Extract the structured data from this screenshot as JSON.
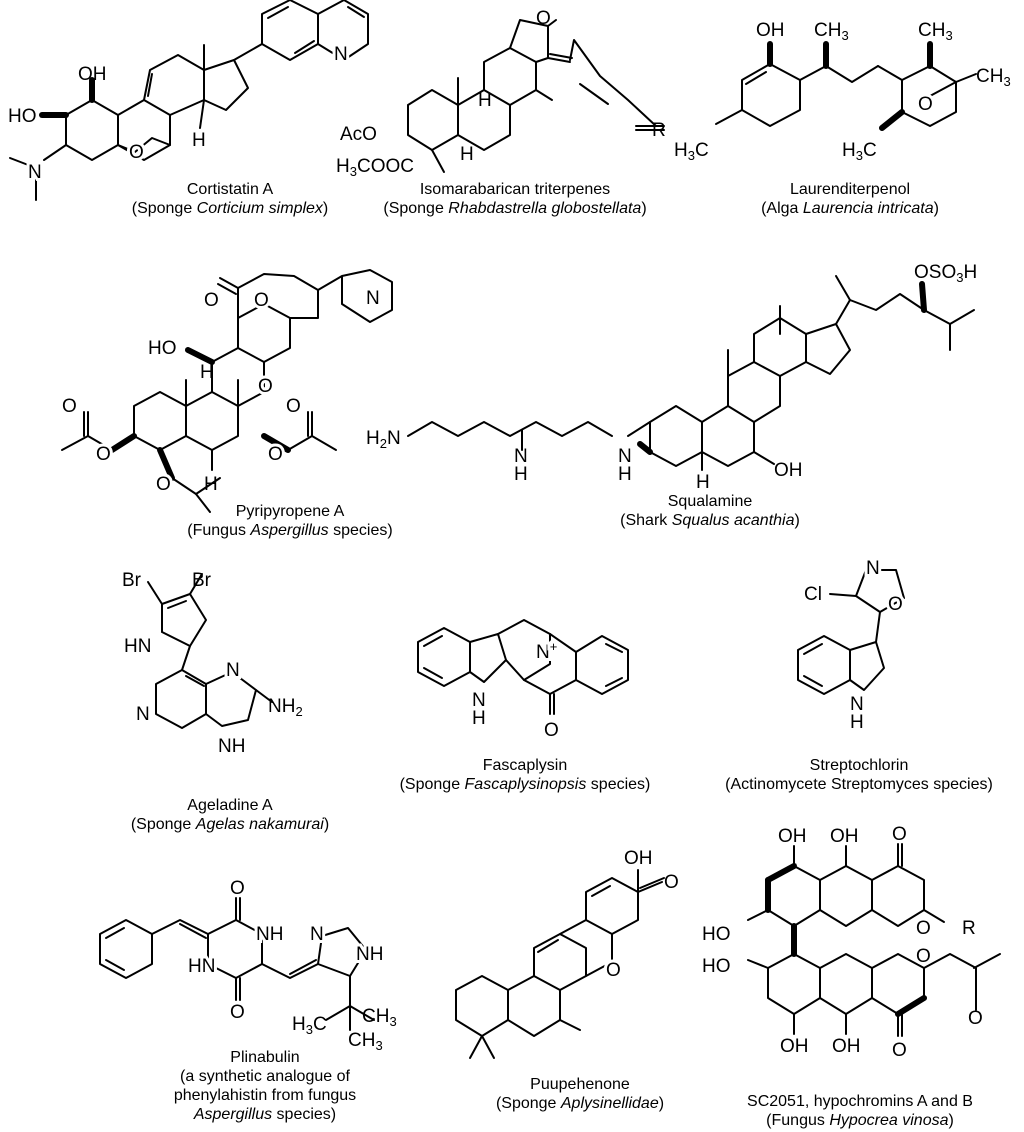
{
  "compounds": [
    {
      "name": "Cortistatin A",
      "source_prefix": "(Sponge ",
      "source_species": "Corticium simplex",
      "source_suffix": ")"
    },
    {
      "name": "Isomarabarican triterpenes",
      "source_prefix": "(Sponge ",
      "source_species": "Rhabdastrella globostellata",
      "source_suffix": ")"
    },
    {
      "name": "Laurenditerpenol",
      "source_prefix": "(Alga ",
      "source_species": "Laurencia intricata",
      "source_suffix": ")"
    },
    {
      "name": "Pyripyropene A",
      "source_prefix": "(Fungus ",
      "source_species": "Aspergillus",
      "source_suffix": " species)"
    },
    {
      "name": "Squalamine",
      "source_prefix": "(Shark ",
      "source_species": "Squalus acanthia",
      "source_suffix": ")"
    },
    {
      "name": "Ageladine A",
      "source_prefix": "(Sponge ",
      "source_species": "Agelas nakamurai",
      "source_suffix": ")"
    },
    {
      "name": "Fascaplysin",
      "source_prefix": "(Sponge ",
      "source_species": "Fascaplysinopsis",
      "source_suffix": " species)"
    },
    {
      "name": "Streptochlorin",
      "source_text": "(Actinomycete Streptomyces species)"
    },
    {
      "name": "Plinabulin",
      "desc_1": "(a synthetic analogue of",
      "desc_2": "phenylahistin from fungus",
      "source_species": "Aspergillus",
      "source_suffix": " species)"
    },
    {
      "name": "Puupehenone",
      "source_prefix": "(Sponge ",
      "source_species": "Aplysinellidae",
      "source_suffix": ")"
    },
    {
      "name": "SC2051, hypochromins A and B",
      "source_prefix": "(Fungus ",
      "source_species": "Hypocrea vinosa",
      "source_suffix": ")"
    }
  ],
  "atoms": {
    "oh": "OH",
    "ho": "HO",
    "o": "O",
    "n": "N",
    "h": "H",
    "nh": "NH",
    "hn": "HN",
    "r": "R",
    "br": "Br",
    "cl": "Cl",
    "ch3": "CH",
    "h3c": "H",
    "sub3": "3",
    "sub2": "2",
    "aco": "AcO",
    "h3cooc": "H",
    "cooc_tail": "COOC",
    "oso3h_a": "OSO",
    "oso3h_b": "H",
    "h2n": "H",
    "n_tail": "N",
    "nh2": "NH",
    "nplus": "N",
    "plus": "+"
  }
}
